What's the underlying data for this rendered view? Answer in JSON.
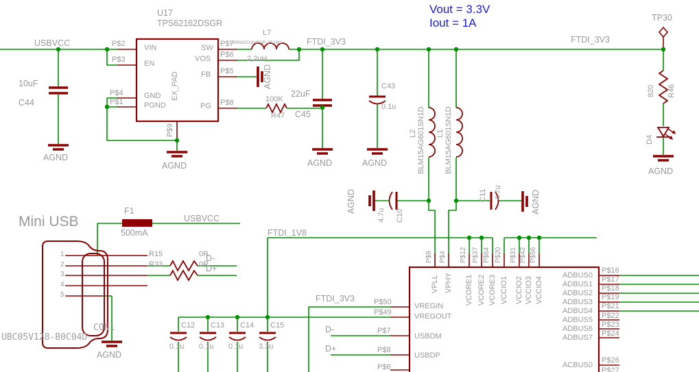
{
  "annotations": {
    "vout": "Vout = 3.3V",
    "iout": "Iout = 1A"
  },
  "nets": {
    "usbvcc": "USBVCC",
    "ftdi_3v3": "FTDI_3V3",
    "ftdi_1v8": "FTDI_1V8",
    "d_minus": "D-",
    "d_plus": "D+",
    "agnd": "AGND"
  },
  "regulator": {
    "ref": "U17",
    "part": "TPS62162DSGR",
    "pin_vin": "VIN",
    "pin_en": "EN",
    "pin_gnd": "GND",
    "pin_pgnd": "PGND",
    "pin_expad": "EX_PAD",
    "pin_sw": "SW",
    "pin_vos": "VOS",
    "pin_fb": "FB",
    "pin_pg": "PG",
    "num_vin": "P$2",
    "num_en": "P$3",
    "num_gnd": "P$4",
    "num_pgnd": "P$1",
    "num_sw": "P$7",
    "num_vos": "P$6",
    "num_fb": "P$5",
    "num_pg": "P$8",
    "num_expad": "P$9"
  },
  "inductor": {
    "ref": "L7",
    "part": "CDRH2D18HPNP-2R2NC",
    "value": "2.2uH"
  },
  "ferrite_l2": {
    "ref": "L2",
    "part": "BLM15AG601SN1D"
  },
  "ferrite_l1": {
    "ref": "L1",
    "part": "BLM15AG601SN1D"
  },
  "capacitors": {
    "c44_ref": "C44",
    "c44_val": "10uF",
    "c45_ref": "C45",
    "c45_val": "22uF",
    "c43_ref": "C43",
    "c43_val": "0.1u",
    "c10_ref": "C10",
    "c10_val": "4.7u",
    "c11_ref": "C11",
    "c11_val": "4.7u",
    "c12_ref": "C12",
    "c12_val": "0.1u",
    "c13_ref": "C13",
    "c13_val": "0.1u",
    "c14_ref": "C14",
    "c14_val": "0.1u",
    "c15_ref": "C15",
    "c15_val": "3.3u"
  },
  "resistors": {
    "r47_ref": "R47",
    "r47_val": "100K",
    "r46_ref": "R46",
    "r46_val": "820",
    "r15_ref": "R15",
    "r15_val": "0R",
    "r33_ref": "R33",
    "r33_val": "0R"
  },
  "led": {
    "ref": "D4"
  },
  "testpoint": {
    "ref": "TP30"
  },
  "fuse": {
    "ref": "F1",
    "value": "500mA"
  },
  "usb": {
    "title": "Mini USB",
    "ref": "CON1",
    "part": "UBC05V128-B0C04D",
    "pin1": "1",
    "pin2": "2",
    "pin3": "3",
    "pin4": "4",
    "pin5": "5"
  },
  "ic": {
    "top_pins": [
      {
        "num": "P$9",
        "name": "VPLL"
      },
      {
        "num": "P$4",
        "name": "VPHY"
      },
      {
        "num": "P$12",
        "name": "VCORE1"
      },
      {
        "num": "P$37",
        "name": "VCORE2"
      },
      {
        "num": "P$64",
        "name": "VCORE3"
      },
      {
        "num": "P$20",
        "name": "VCCIO1"
      },
      {
        "num": "P$31",
        "name": "VCCIO2"
      },
      {
        "num": "P$42",
        "name": "VCCIO3"
      },
      {
        "num": "P$56",
        "name": "VCCIO4"
      }
    ],
    "left_pins": [
      {
        "num": "P$50",
        "name": "VREGIN"
      },
      {
        "num": "P$49",
        "name": "VREGOUT"
      },
      {
        "num": "P$7",
        "name": "USBDM"
      },
      {
        "num": "P$8",
        "name": "USBDP"
      },
      {
        "num": "P$6",
        "name": ""
      }
    ],
    "right_pins": [
      {
        "num": "P$16",
        "name": "ADBUS0"
      },
      {
        "num": "P$17",
        "name": "ADBUS1"
      },
      {
        "num": "P$18",
        "name": "ADBUS2"
      },
      {
        "num": "P$19",
        "name": "ADBUS3"
      },
      {
        "num": "P$21",
        "name": "ADBUS4"
      },
      {
        "num": "P$22",
        "name": "ADBUS5"
      },
      {
        "num": "P$23",
        "name": "ADBUS6"
      },
      {
        "num": "P$24",
        "name": "ADBUS7"
      },
      {
        "num": "P$26",
        "name": "ACBUS0"
      },
      {
        "num": "P$27",
        "name": ""
      }
    ]
  },
  "colors": {
    "wire": "#009100",
    "part": "#8e0000",
    "text": "#989898",
    "annotation": "#1a1aee"
  }
}
